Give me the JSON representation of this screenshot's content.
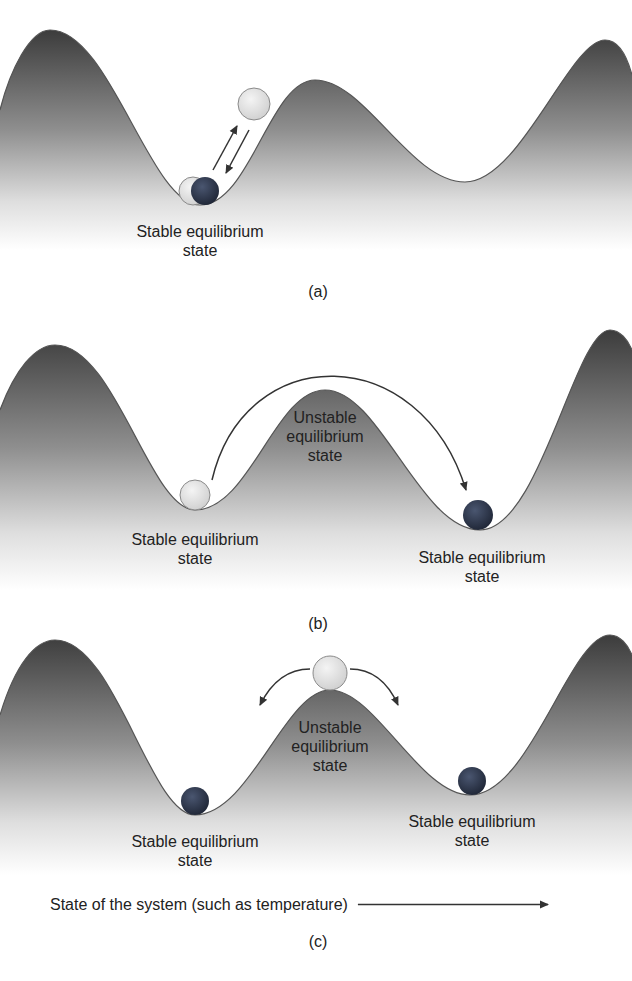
{
  "diagram": {
    "labels": [
      "Stable equilibrium state",
      "(a)",
      "Unstable equilibrium state",
      "Stable equilibrium state",
      "Stable equilibrium state",
      "(b)",
      "Unstable equilibrium state",
      "Stable equilibrium state",
      "Stable equilibrium state",
      "State of the system (such as temperature)",
      "(c)"
    ]
  }
}
